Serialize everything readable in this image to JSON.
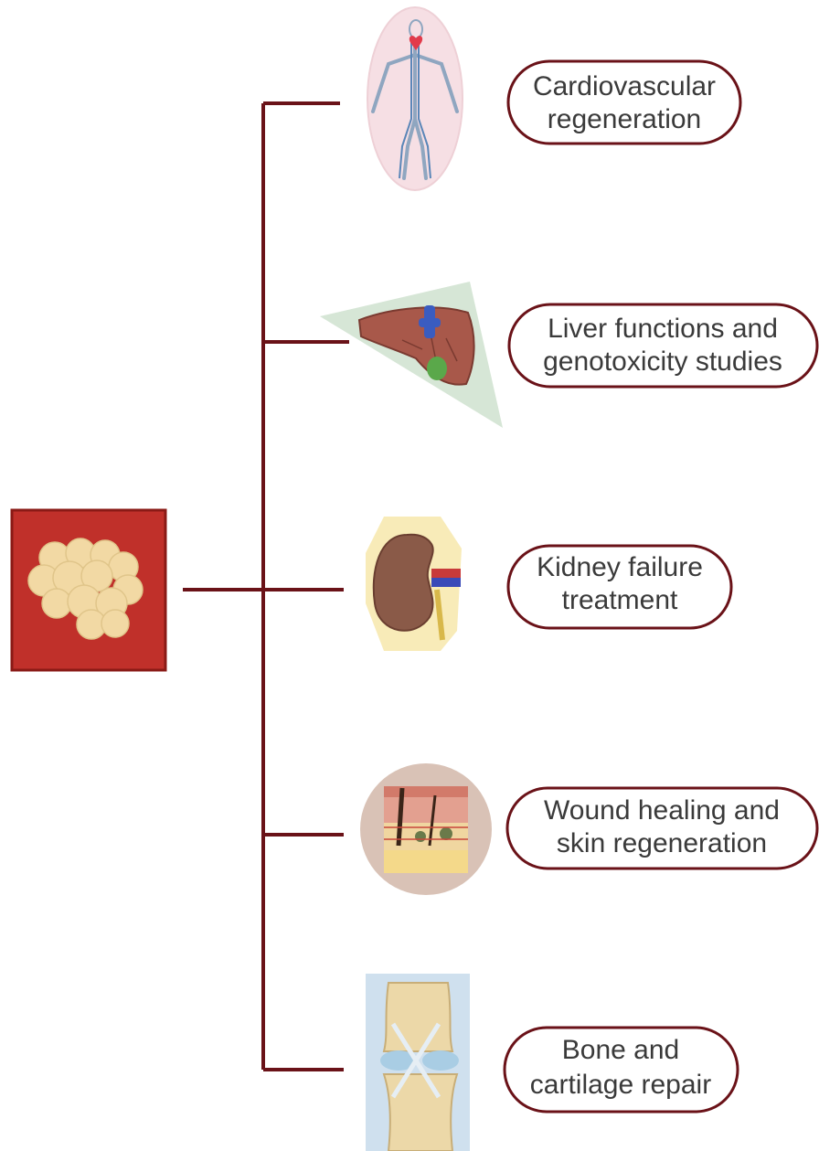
{
  "colors": {
    "connector": "#6a1218",
    "source_box": "#c0302a",
    "source_border": "#8a1a16",
    "cell_cluster": "#f2d9a4",
    "pill_border": "#6a1218",
    "text": "#3a3a3a"
  },
  "source": {
    "icon": "cell-cluster-icon"
  },
  "applications": [
    {
      "icon": "vascular-system-icon",
      "lines": [
        "Cardiovascular",
        "regeneration"
      ]
    },
    {
      "icon": "liver-icon",
      "lines": [
        "Liver functions and",
        "genotoxicity studies"
      ]
    },
    {
      "icon": "kidney-icon",
      "lines": [
        "Kidney failure",
        "treatment"
      ]
    },
    {
      "icon": "skin-layers-icon",
      "lines": [
        "Wound healing and",
        "skin regeneration"
      ]
    },
    {
      "icon": "knee-joint-icon",
      "lines": [
        "Bone and",
        "cartilage repair"
      ]
    }
  ]
}
